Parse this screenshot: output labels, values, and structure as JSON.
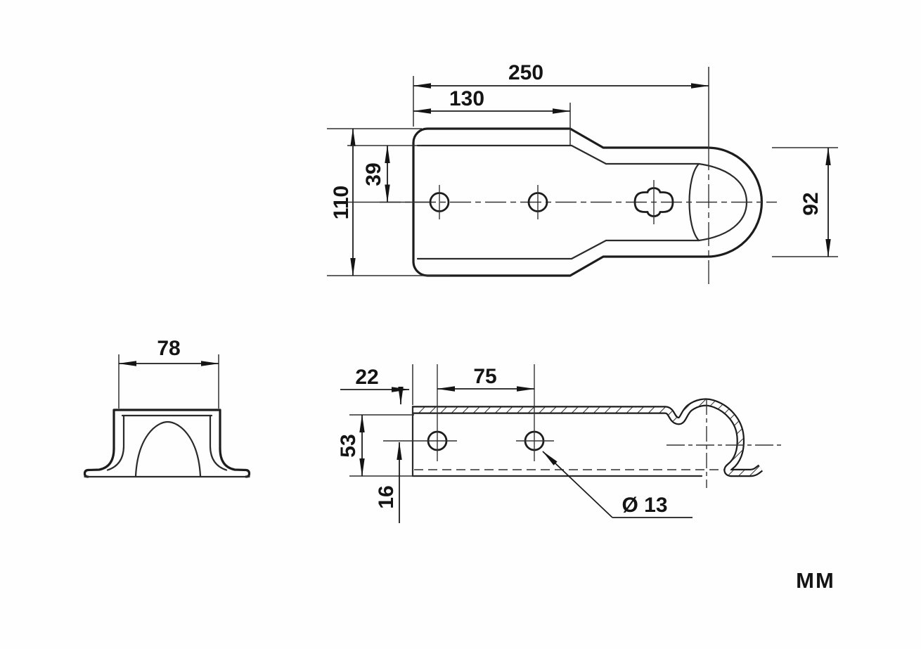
{
  "drawing": {
    "units_label": "ММ",
    "top_view": {
      "overall_length": "250",
      "length_to_step": "130",
      "overall_width": "110",
      "flange_to_hole_center": "39",
      "end_width": "92"
    },
    "front_view": {
      "top_width": "78"
    },
    "side_view": {
      "edge_to_first_hole": "22",
      "hole_spacing": "75",
      "flange_height": "53",
      "hole_center_offset": "16",
      "hole_diameter": "Ø 13"
    }
  }
}
